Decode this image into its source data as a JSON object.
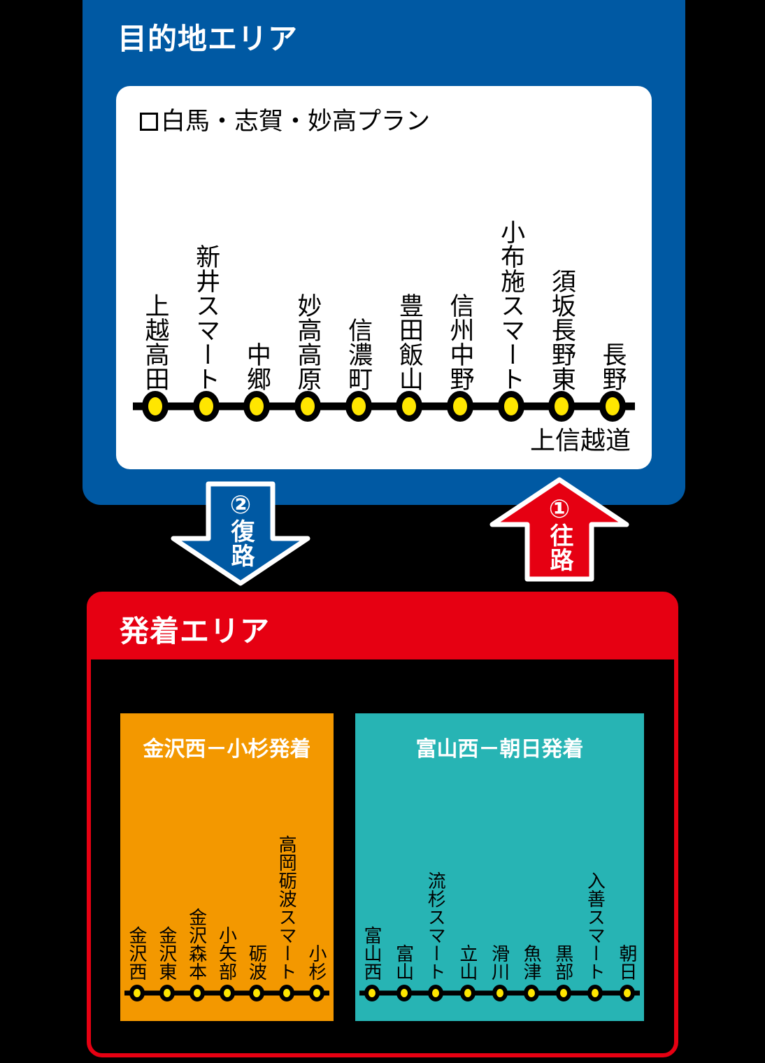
{
  "destination_area": {
    "title": "目的地エリア",
    "plan_label": "白馬・志賀・妙高プラン",
    "checkbox_icon": "empty-checkbox",
    "route_name": "上信越道",
    "stations": [
      "上越高田",
      "新井スマート",
      "中郷",
      "妙高高原",
      "信濃町",
      "豊田飯山",
      "信州中野",
      "小布施スマート",
      "須坂長野東",
      "長野"
    ],
    "color": "#0059A3"
  },
  "arrows": {
    "outward": {
      "number": "①",
      "label": "往路",
      "color": "#E60012",
      "direction": "up"
    },
    "return": {
      "number": "②",
      "label": "復路",
      "color": "#0059A3",
      "direction": "down"
    }
  },
  "departure_area": {
    "title": "発着エリア",
    "color": "#E60012",
    "groups": [
      {
        "title": "金沢西－小杉発着",
        "color": "#F39800",
        "stations": [
          "金沢西",
          "金沢東",
          "金沢森本",
          "小矢部",
          "砺波",
          "高岡砺波スマート",
          "小杉"
        ]
      },
      {
        "title": "富山西－朝日発着",
        "color": "#27B4B4",
        "stations": [
          "富山西",
          "富山",
          "流杉スマート",
          "立山",
          "滑川",
          "魚津",
          "黒部",
          "入善スマート",
          "朝日"
        ]
      }
    ]
  },
  "palette": {
    "blue": "#0059A3",
    "red": "#E60012",
    "orange": "#F39800",
    "teal": "#27B4B4",
    "node_yellow": "#FFE600",
    "black": "#000000",
    "white": "#FFFFFF"
  }
}
